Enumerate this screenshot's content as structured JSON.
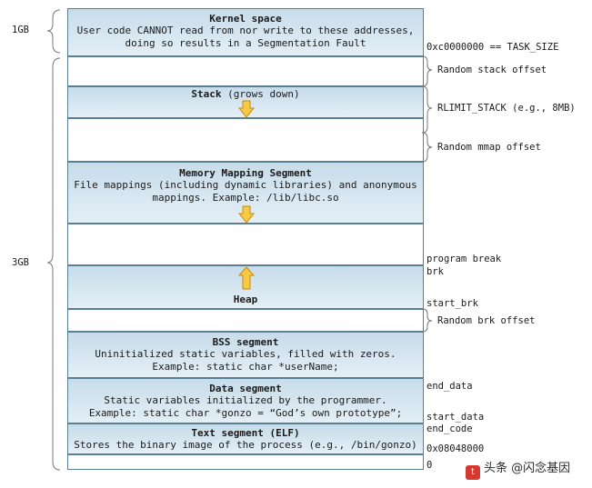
{
  "left_labels": {
    "kernel_size": "1GB",
    "user_size": "3GB"
  },
  "segments": {
    "kernel": {
      "title": "Kernel space",
      "desc1": "User code CANNOT read from nor write to these addresses,",
      "desc2": "doing so results in a Segmentation Fault"
    },
    "stack": {
      "title": "Stack",
      "suffix": " (grows down)"
    },
    "mmap": {
      "title": "Memory Mapping Segment",
      "desc1": "File mappings (including dynamic libraries) and anonymous",
      "desc2": "mappings. Example: /lib/libc.so"
    },
    "heap": {
      "title": "Heap"
    },
    "bss": {
      "title": "BSS segment",
      "desc1": "Uninitialized static variables, filled with zeros.",
      "desc2": "Example: static char *userName;"
    },
    "data": {
      "title": "Data segment",
      "desc1": "Static variables initialized by the programmer.",
      "desc2": "Example: static char *gonzo = “God’s own prototype”;"
    },
    "text": {
      "title": "Text segment (ELF)",
      "desc1": "Stores the binary image of the process (e.g., /bin/gonzo)"
    }
  },
  "right_labels": {
    "task_size": "0xc0000000 == TASK_SIZE",
    "random_stack": "Random stack offset",
    "rlimit": "RLIMIT_STACK (e.g., 8MB)",
    "random_mmap": "Random mmap offset",
    "program_break": "program break",
    "brk": "brk",
    "start_brk": "start_brk",
    "random_brk": "Random brk offset",
    "end_data": "end_data",
    "start_data": "start_data",
    "end_code": "end_code",
    "text_start": "0x08048000",
    "zero": "0"
  },
  "watermark": {
    "text": "头条 @闪念基因"
  },
  "colors": {
    "segment_fill": "#c7dcea",
    "border": "#5a7f94",
    "arrow_fill": "#f7c948",
    "arrow_stroke": "#c98a00"
  }
}
